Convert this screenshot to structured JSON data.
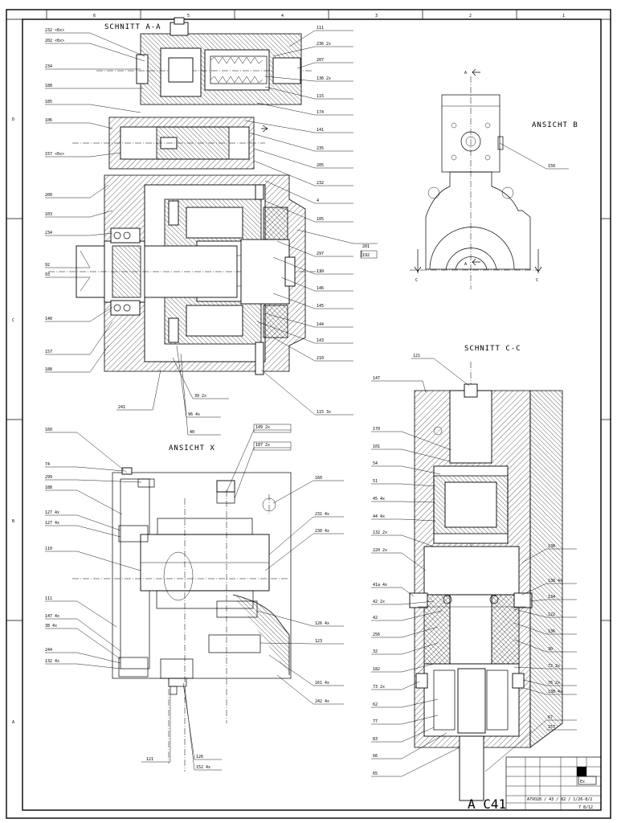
{
  "views": {
    "section_aa": {
      "title": "SCHNITT A-A"
    },
    "view_b": {
      "title": "ANSICHT B",
      "marker_top": "A",
      "marker_mid": "A",
      "marker_left": "C",
      "marker_right": "C"
    },
    "view_x": {
      "title": "ANSICHT X"
    },
    "section_cc": {
      "title": "SCHNITT C-C"
    }
  },
  "border": {
    "col_numbers": [
      "6",
      "5",
      "4",
      "3",
      "2",
      "1"
    ],
    "row_letters": [
      "D",
      "C",
      "B",
      "A"
    ]
  },
  "section_aa_labels_left": [
    "232 <6x>",
    "202 <6x>",
    "234",
    "188",
    "185",
    "106",
    "157 <6x>",
    "200",
    "103",
    "234",
    "92",
    "93",
    "140",
    "157",
    "188"
  ],
  "section_aa_labels_right": [
    "111",
    "236 2x",
    "207",
    "136 2x",
    "115",
    "174",
    "141",
    "235",
    "205",
    "232",
    "4",
    "105",
    "201",
    "192",
    "297",
    "139",
    "146",
    "145",
    "144",
    "143",
    "210",
    "115 3x"
  ],
  "section_aa_labels_bottom": [
    "241",
    "39 2x",
    "96 4x",
    "40"
  ],
  "view_b_labels": [
    "150"
  ],
  "view_x_labels_left": [
    "160",
    "74",
    "299",
    "188",
    "127 4x",
    "127 4x",
    "110",
    "111",
    "147 4x",
    "38 4x",
    "244",
    "132 4x"
  ],
  "view_x_labels_top": [
    "149 2x",
    "187 2x"
  ],
  "view_x_labels_right": [
    "160",
    "231 4x",
    "230 4x",
    "126 4x",
    "123",
    "161 4x",
    "242 4x"
  ],
  "view_x_labels_bottom": [
    "121",
    "126",
    "152 4x"
  ],
  "section_cc_labels_left": [
    "147",
    "170",
    "101",
    "54",
    "51",
    "45 4x",
    "44 4x",
    "132 2x",
    "220 2x",
    "41a 4x",
    "42 2x",
    "42",
    "256",
    "32",
    "182",
    "73 2x",
    "62",
    "77",
    "83",
    "66",
    "65"
  ],
  "section_cc_labels_right": [
    "121",
    "130",
    "138 4x",
    "134",
    "122",
    "136",
    "30",
    "72 2x",
    "76 2x",
    "138 4x",
    "67",
    "157"
  ],
  "title_block": {
    "drawing_number": "A C41",
    "sheet_text": "A7VO28 / 43 / 82 / 1/26-8/2",
    "right_code": "7 8/12",
    "company": "Ex"
  }
}
